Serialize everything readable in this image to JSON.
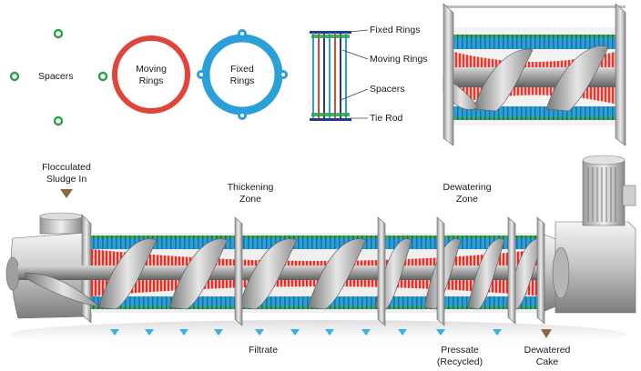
{
  "components": {
    "spacers": "Spacers",
    "moving_rings": [
      "Moving",
      "Rings"
    ],
    "fixed_rings": [
      "Fixed",
      "Rings"
    ]
  },
  "side_section": {
    "fixed_rings": "Fixed Rings",
    "moving_rings": "Moving Rings",
    "spacers": "Spacers",
    "tie_rod": "Tie Rod"
  },
  "process": {
    "inlet": [
      "Flocculated",
      "Sludge In"
    ],
    "thickening": [
      "Thickening",
      "Zone"
    ],
    "dewatering": [
      "Dewatering",
      "Zone"
    ],
    "filtrate": "Filtrate",
    "pressate": [
      "Pressate",
      "(Recycled)"
    ],
    "cake": [
      "Dewatered",
      "Cake"
    ]
  },
  "colors": {
    "spacer": "#2e9e4a",
    "moving_ring": "#e0453a",
    "fixed_ring": "#2a9fd8",
    "tie_rod": "#1f3d8c",
    "arrow": "#8a6a3c",
    "drip": "#3bb0e4"
  }
}
